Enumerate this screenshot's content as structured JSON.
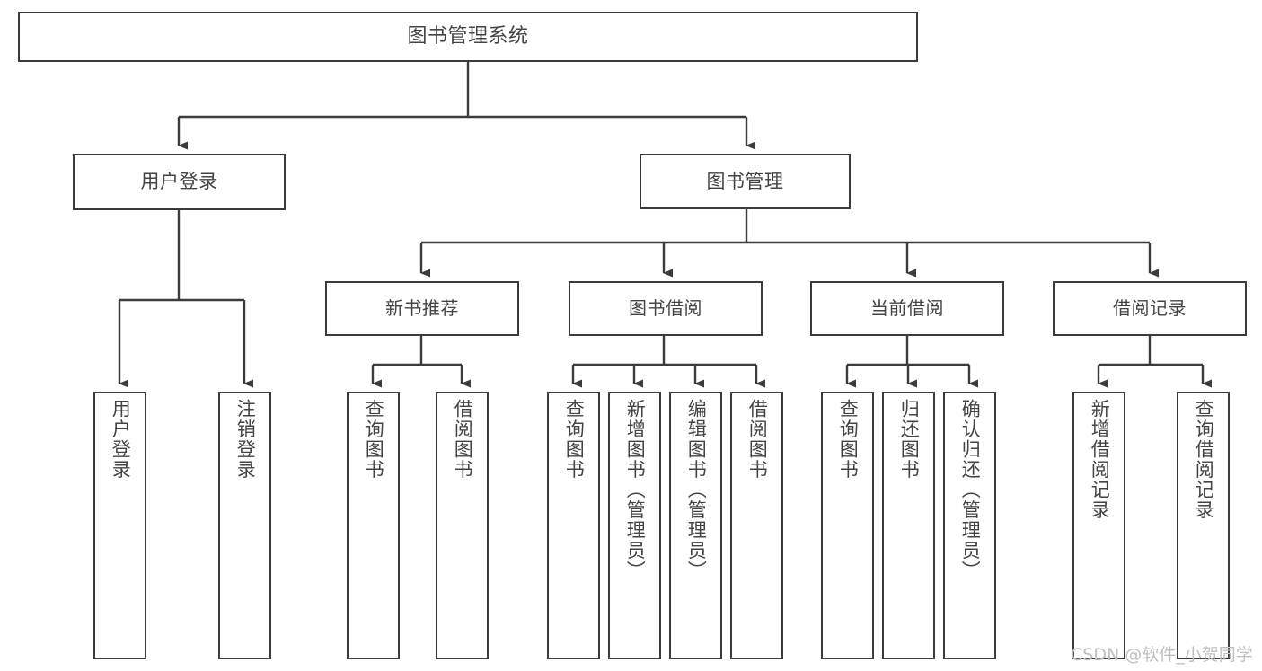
{
  "diagram": {
    "type": "hierarchy-tree",
    "title": "图书管理系统",
    "watermark": "CSDN @软件_小贺同学",
    "colors": {
      "box_border": "#3b3b3b",
      "box_fill": "#ffffff",
      "text": "#444444",
      "connector": "#3b3b3b",
      "watermark": "#bfbfbf",
      "background": "#ffffff"
    },
    "nodes": {
      "root": {
        "label": "图书管理系统",
        "level": 1
      },
      "level2": [
        {
          "id": "user-login",
          "label": "用户登录"
        },
        {
          "id": "book-management",
          "label": "图书管理"
        }
      ],
      "level3": [
        {
          "id": "new-book-recommend",
          "label": "新书推荐"
        },
        {
          "id": "book-borrow",
          "label": "图书借阅"
        },
        {
          "id": "current-borrow",
          "label": "当前借阅"
        },
        {
          "id": "borrow-record",
          "label": "借阅记录"
        }
      ],
      "leaves": {
        "user-login": [
          {
            "id": "leaf-user-login",
            "label": "用户登录"
          },
          {
            "id": "leaf-logout-login",
            "label": "注销登录"
          }
        ],
        "new-book-recommend": [
          {
            "id": "leaf-query-book-1",
            "label": "查询图书"
          },
          {
            "id": "leaf-borrow-book-1",
            "label": "借阅图书"
          }
        ],
        "book-borrow": [
          {
            "id": "leaf-query-book-2",
            "label": "查询图书"
          },
          {
            "id": "leaf-add-book",
            "label": "新增图书（管理员）"
          },
          {
            "id": "leaf-edit-book",
            "label": "编辑图书（管理员）"
          },
          {
            "id": "leaf-borrow-book-2",
            "label": "借阅图书"
          }
        ],
        "current-borrow": [
          {
            "id": "leaf-query-book-3",
            "label": "查询图书"
          },
          {
            "id": "leaf-return-book",
            "label": "归还图书"
          },
          {
            "id": "leaf-confirm-return",
            "label": "确认归还（管理员）"
          }
        ],
        "borrow-record": [
          {
            "id": "leaf-add-record",
            "label": "新增借阅记录"
          },
          {
            "id": "leaf-query-record",
            "label": "查询借阅记录"
          }
        ]
      }
    }
  }
}
